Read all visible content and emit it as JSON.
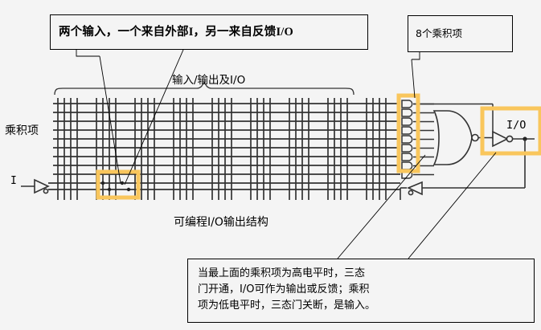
{
  "figure": {
    "caption": "可编程I/O输出结构",
    "background_color": "#f4f4f4",
    "line_color": "#333333",
    "highlight_color": "#f9c65c",
    "text_color": "#000000"
  },
  "callouts": {
    "inputs": {
      "text": "两个输入，一个来自外部I，另一来自反馈I/O"
    },
    "product_terms": {
      "text": "8个乘积项"
    },
    "tristate": {
      "line1": "当最上面的乘积项为高电平时，三态",
      "line2": "门开通，I/O可作为输出或反馈；乘积",
      "line3": "项为低电平时，三态门关断，是输入。"
    }
  },
  "labels": {
    "product_terms_axis": "乘积项",
    "io_bus": "输入/输出及I/O",
    "input_i": "I",
    "io_pin": "I/O"
  },
  "circuit": {
    "and_gate_count": 9,
    "product_line_count": 10,
    "input_column_groups": 9,
    "lines_per_group": 4,
    "or_gate": "nor-gate",
    "output_buffer": "tristate-inverting-buffer",
    "feedback_buffer": "inverting-buffer",
    "input_buffer": "complementary-buffer"
  }
}
